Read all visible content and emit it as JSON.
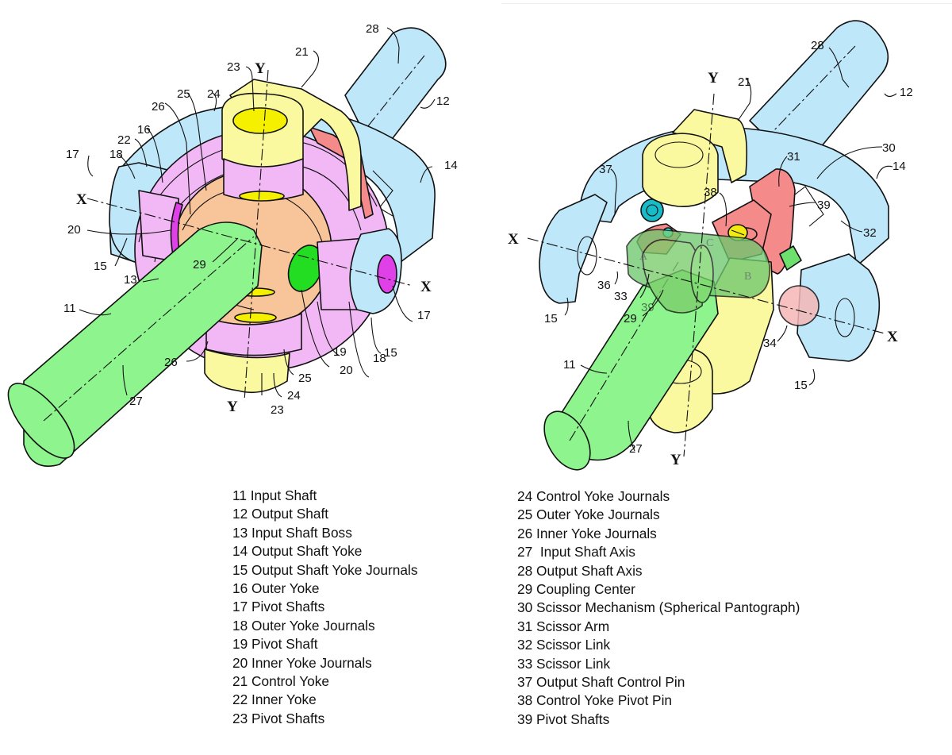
{
  "colors": {
    "input_shaft": "#8ef58e",
    "output_shaft": "#bfe7fa",
    "control_yoke": "#fbf9a0",
    "outer_yoke": "#f2b8f5",
    "inner_yoke": "#f8c49a",
    "pivot_magenta": "#e040e8",
    "pivot_green": "#22dd22",
    "scissor": "#f48a8a",
    "control_pin": "#18bcc8",
    "pivot_pin": "#f2ea10"
  },
  "left_figure": {
    "axis_labels": {
      "x_left": "X",
      "x_right": "X",
      "y_top": "Y",
      "y_bottom": "Y"
    },
    "callouts": {
      "c28": "28",
      "c21": "21",
      "c23_top": "23",
      "c12": "12",
      "c25_top": "25",
      "c24_top": "24",
      "c26_top": "26",
      "c16": "16",
      "c22": "22",
      "c17_left": "17",
      "c18_left": "18",
      "c14": "14",
      "c20_left": "20",
      "c15_left": "15",
      "c13": "13",
      "c29": "29",
      "c11": "11",
      "c17_right": "17",
      "c15_right": "15",
      "c19": "19",
      "c18_right": "18",
      "c20_right": "20",
      "c26_bottom": "26",
      "c25_bottom": "25",
      "c24_bottom": "24",
      "c23_bottom": "23",
      "c27": "27"
    }
  },
  "right_figure": {
    "axis_labels": {
      "x_left": "X",
      "x_right": "X",
      "y_top": "Y",
      "y_bottom": "Y"
    },
    "callouts": {
      "c28": "28",
      "c21": "21",
      "c12": "12",
      "c30": "30",
      "c31": "31",
      "c14": "14",
      "c37": "37",
      "c38": "38",
      "c39_top": "39",
      "c32": "32",
      "c36": "36",
      "c33": "33",
      "c15_left": "15",
      "c29": "29",
      "c39_bottom": "39",
      "c34": "34",
      "c11": "11",
      "c15_right": "15",
      "c27": "27"
    },
    "ghost_letters": {
      "a": "A",
      "b": "B",
      "c": "C"
    }
  },
  "legend_left": [
    "11 Input Shaft",
    "12 Output Shaft",
    "13 Input Shaft Boss",
    "14 Output Shaft Yoke",
    "15 Output Shaft Yoke Journals",
    "16 Outer Yoke",
    "17 Pivot Shafts",
    "18 Outer Yoke Journals",
    "19 Pivot Shaft",
    "20 Inner Yoke Journals",
    "21 Control Yoke",
    "22 Inner Yoke",
    "23 Pivot Shafts"
  ],
  "legend_right": [
    "24 Control Yoke Journals",
    "25 Outer Yoke Journals",
    "26 Inner Yoke Journals",
    "27  Input Shaft Axis",
    "28 Output Shaft Axis",
    "29 Coupling Center",
    "30 Scissor Mechanism (Spherical Pantograph)",
    "31 Scissor Arm",
    "32 Scissor Link",
    "33 Scissor Link",
    "37 Output Shaft Control Pin",
    "38 Control Yoke Pivot Pin",
    "39 Pivot Shafts"
  ]
}
